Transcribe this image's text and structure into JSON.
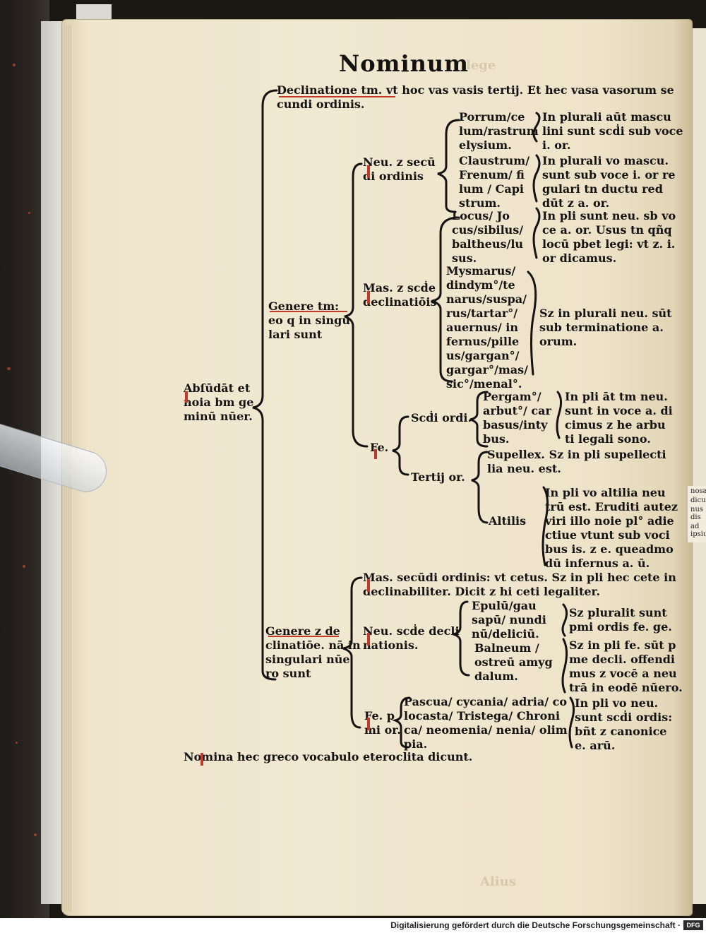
{
  "page": {
    "heading": "Nominum",
    "line1": "Declinatione tm. vt hoc vas vasis tertij. Et hec vasa vasorum se",
    "line1b": "cundi ordinis.",
    "root": [
      "Abſūdāt et",
      "noia bm ge",
      "minū nūer."
    ],
    "genere_tm": [
      "Genere tm:",
      "eo q in singu",
      "lari sunt"
    ],
    "neu_secundi": [
      "Neu. z secū",
      "di ordinis"
    ],
    "mas_secunde": [
      "Mas. z scḋe",
      "declinatiōis."
    ],
    "fe": "Fe.",
    "scdi_ordi": "Scḋi ordi.",
    "tertij_or": "Tertij or.",
    "porrum": [
      "Porrum/ce",
      "lum/rastrum",
      "elysium."
    ],
    "porrum_note": [
      "In plurali aūt mascu",
      "lini sunt scḋi sub voce",
      "i. or."
    ],
    "claustrum": [
      "Claustrum/",
      "Frenum/ fi",
      "lum / Capi",
      "strum."
    ],
    "claustrum_note": [
      "In plurali vo mascu.",
      "sunt sub voce i. or re",
      "gulari tn ductu red",
      "dūt z a. or."
    ],
    "locus": [
      "Locus/ Jo",
      "cus/sibilus/",
      "baltheus/lu",
      "sus."
    ],
    "locus_note": [
      "In pli sunt neu. sb vo",
      "ce a. or. Usus tn qñq",
      "locū pbet legi: vt z. i.",
      "or dicamus."
    ],
    "mysmarus": [
      "Mysmarus/",
      "dindym°/te",
      "narus/suspa/",
      "rus/tartar°/",
      "auernus/ in",
      "fernus/pille",
      "us/gargan°/",
      "gargar°/mas/",
      "sic°/menal°."
    ],
    "mysmarus_note": [
      "Sz in plurali neu. sūt",
      "sub terminatione a.",
      "orum."
    ],
    "pergam": [
      "Pergam°/",
      "arbut°/ car",
      "basus/inty",
      "bus."
    ],
    "pergam_note": [
      "In pli āt tm neu.",
      "sunt in voce a. di",
      "cimus z he arbu",
      "ti legali sono."
    ],
    "supellex": [
      "Supellex. Sz in pli supellecti",
      "lia neu. est."
    ],
    "altilis": "Altilis",
    "altilis_note": [
      "In pli vo altilia neu",
      "trū est. Eruditi autez",
      "viri illo noie pl° adie",
      "ctiue vtunt sub voci",
      "bus is. z e. queadmo",
      "dū infernus a. ū."
    ],
    "genere_z_decl": [
      "Genere z de",
      "clinatiōe. nā in",
      "singulari nūe",
      "ro sunt"
    ],
    "mas_secudi": [
      "Mas. secūdi ordinis: vt cetus. Sz in pli hec cete in",
      "declinabiliter. Dicit z hi ceti legaliter."
    ],
    "neu_secunde": [
      "Neu. scḋe decli",
      "nationis."
    ],
    "epulu": [
      "Epulū/gau",
      "sapū/ nundi",
      "nū/deliciū."
    ],
    "epulu_note": [
      "Sz pluralit sunt",
      "pmi ordis fe. ge."
    ],
    "balneum": [
      "Balneum /",
      "ostreū amyg",
      "dalum."
    ],
    "balneum_note": [
      "Sz in pli fe. sūt p",
      "me decli. offendi",
      "mus z vocē a neu",
      "trā in eodē nūero."
    ],
    "fe_primi": [
      "Fe. p",
      "mi or."
    ],
    "pascua": [
      "Pascua/ cycania/ adria/ co",
      "locasta/ Tristega/ Chroni",
      "ca/ neomenia/ nenia/ olim",
      "pia."
    ],
    "pascua_note": [
      "In pli vo neu.",
      "sunt scḋi ordis:",
      "bñt z canonice",
      "e. arū."
    ],
    "footer_line": "Nomina hec greco vocabulo eteroclita dicunt."
  },
  "margin_tab": [
    "nosa",
    "dicunt",
    "nus dis",
    "ad ipsius"
  ],
  "ghost_text": [
    "lege",
    "Alius"
  ],
  "viewer": {
    "credit": "Digitalisierung gefördert durch die Deutsche Forschungsgemeinschaft ·",
    "logo": "DFG"
  },
  "colors": {
    "paper": "#f1e8d1",
    "ink": "#151311",
    "rubric": "#b3261e",
    "binding": "#1b1814"
  }
}
